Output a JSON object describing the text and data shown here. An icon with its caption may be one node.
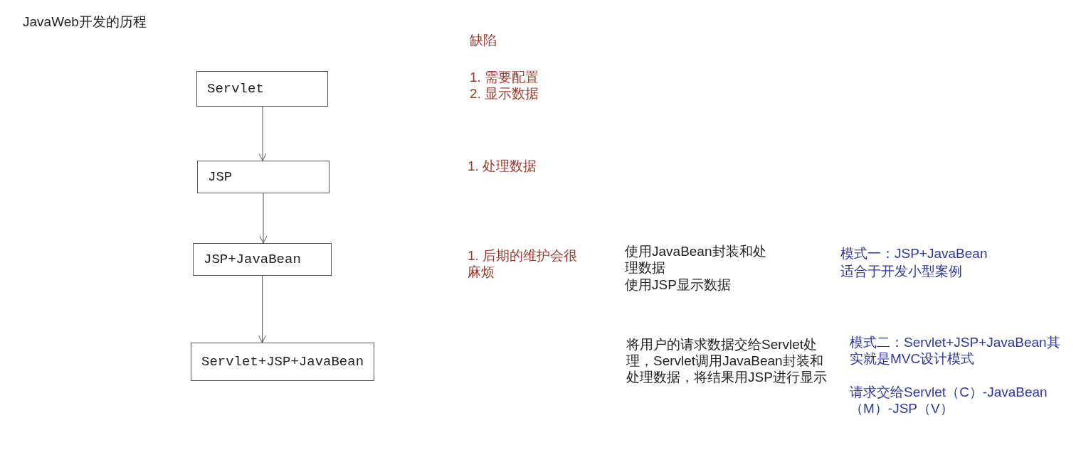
{
  "diagram": {
    "title": "JavaWeb开发的历程",
    "nodes": [
      {
        "text": [
          "Servlet"
        ]
      },
      {
        "text": [
          "JSP"
        ]
      },
      {
        "text": [
          "JSP+JavaBean"
        ]
      },
      {
        "text": [
          "Servlet+JSP+JavaBean"
        ]
      }
    ],
    "edges": [
      {
        "from": 0,
        "to": 1,
        "arrow": "to"
      },
      {
        "from": 1,
        "to": 2,
        "arrow": "to"
      },
      {
        "from": 2,
        "to": 3,
        "arrow": "to"
      }
    ],
    "labels": [
      "缺陷",
      "1. 需要配置",
      "2. 显示数据",
      "1. 处理数据",
      "1. 后期的维护会很麻烦",
      "使用JavaBean封装和处理数据",
      "使用JSP显示数据",
      "模式一：JSP+JavaBean",
      "适合于开发小型案例",
      "将用户的请求数据交给Servlet处理，Servlet调用JavaBean封装和处理数据，将结果用JSP进行显示",
      "模式二：Servlet+JSP+JavaBean其实就是MVC设计模式",
      "请求交给Servlet（C）-JavaBean（M）-JSP（V）"
    ]
  }
}
